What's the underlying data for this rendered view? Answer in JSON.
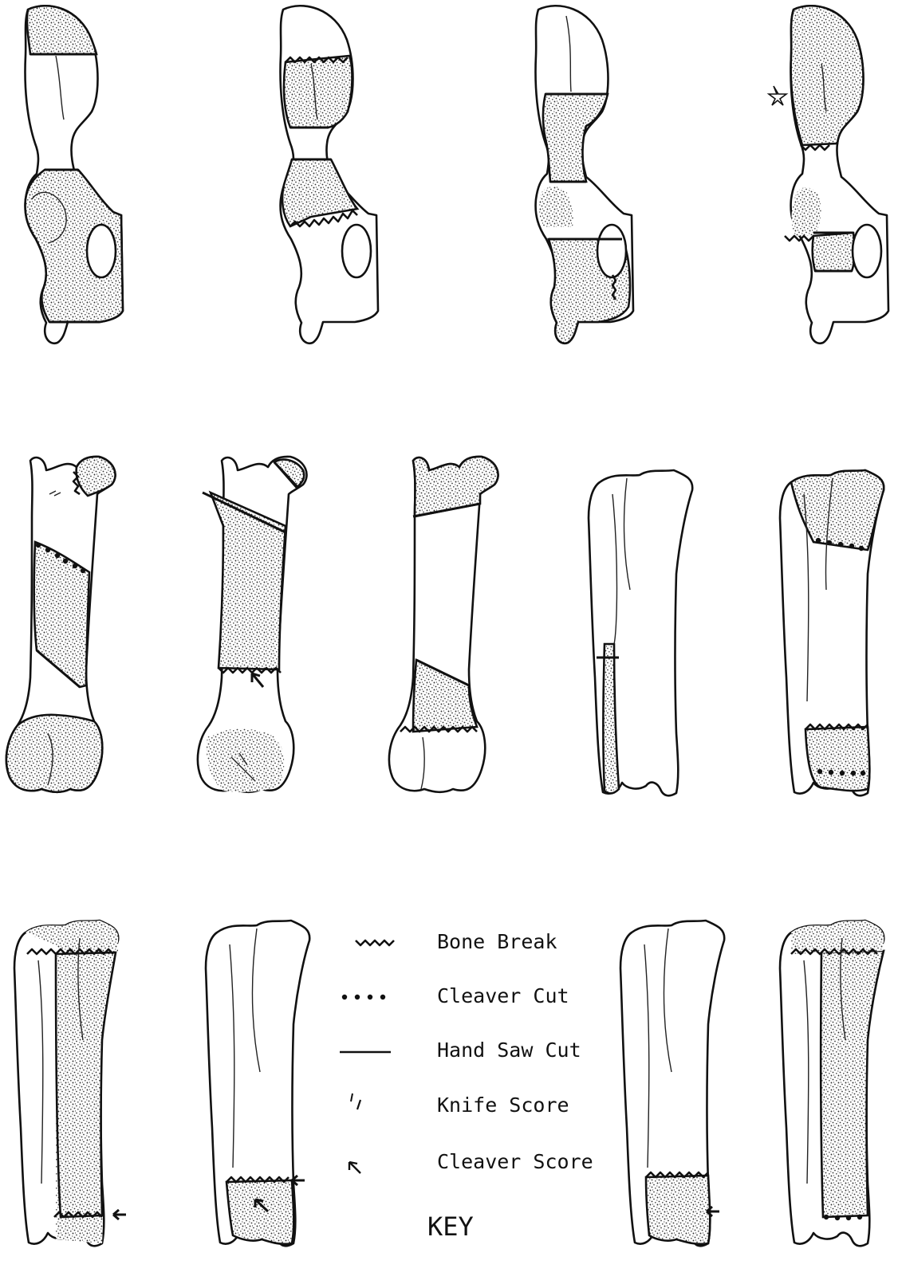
{
  "key": {
    "title": "KEY",
    "items": [
      {
        "symbol": "bone-break",
        "label": "Bone Break"
      },
      {
        "symbol": "cleaver-cut",
        "label": "Cleaver Cut"
      },
      {
        "symbol": "hand-saw-cut",
        "label": "Hand Saw Cut"
      },
      {
        "symbol": "knife-score",
        "label": "Knife Score"
      },
      {
        "symbol": "cleaver-score",
        "label": "Cleaver Score"
      }
    ]
  },
  "colors": {
    "ink": "#111111",
    "stipple": "#444444",
    "paper": "#ffffff"
  },
  "rows": [
    {
      "bone": "pelvis",
      "count": 4
    },
    {
      "bone": "femur",
      "count": 3
    },
    {
      "bone": "tibia",
      "count": 6
    }
  ]
}
